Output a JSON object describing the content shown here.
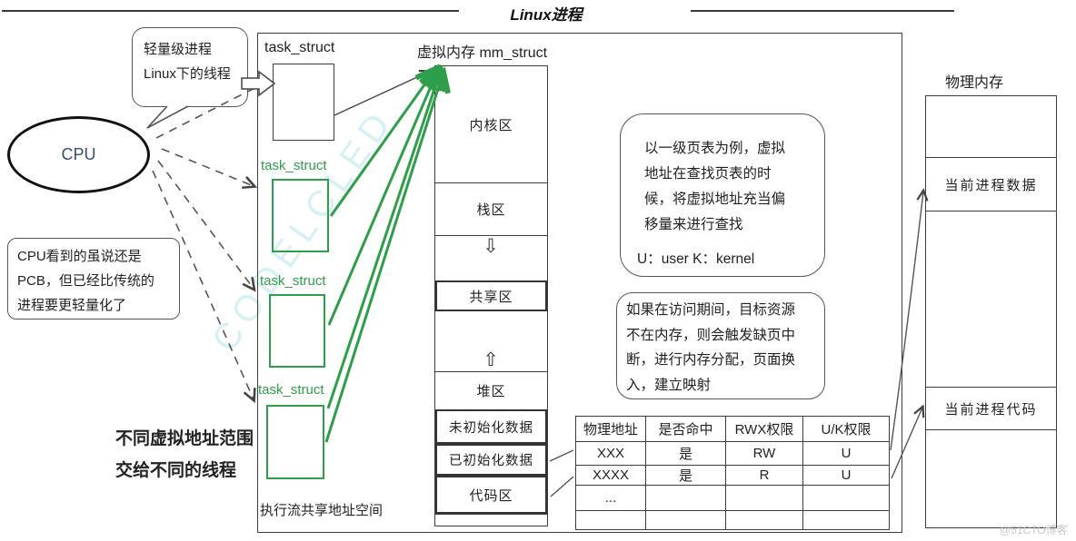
{
  "title": "Linux进程",
  "watermark": {
    "diagonal": "CODELCLED",
    "bottom_right": "@51CTO博客"
  },
  "colors": {
    "green": "#2f9e4a",
    "purple": "#a83aad",
    "line": "#444444"
  },
  "cpu": {
    "label": "CPU"
  },
  "bubbles": {
    "lightweight": {
      "line1": "轻量级进程",
      "line2": "Linux下的线程"
    },
    "pcb": {
      "line1": "CPU看到的虽说还是",
      "line2": "PCB，但已经比传统的",
      "line3": "进程要更轻量化了"
    },
    "pagetable": {
      "line1": "以一级页表为例，虚拟",
      "line2": "地址在查找页表的时",
      "line3": "候，将虚拟地址充当偏",
      "line4": "移量来进行查找",
      "footer": "U：user  K：kernel"
    },
    "pagefault": {
      "line1": "如果在访问期间，目标资源",
      "line2": "不在内存，则会触发缺页中",
      "line3": "断，进行内存分配，页面换",
      "line4": "入，建立映射"
    }
  },
  "purple_note": {
    "line1": "不同虚拟地址范围",
    "line2": "交给不同的线程"
  },
  "process_box": {
    "task_struct_black": "task_struct",
    "task_struct_green_1": "task_struct",
    "task_struct_green_2": "task_struct",
    "task_struct_green_3": "task_struct",
    "footer": "执行流共享地址空间"
  },
  "memory_map": {
    "title": "虚拟内存 mm_struct",
    "regions": [
      "内核区",
      "栈区",
      "共享区",
      "堆区",
      "未初始化数据",
      "已初始化数据",
      "代码区"
    ],
    "down_arrow": "⇩",
    "up_arrow": "⇧"
  },
  "page_table": {
    "headers": [
      "物理地址",
      "是否命中",
      "RWX权限",
      "U/K权限"
    ],
    "rows": [
      [
        "XXX",
        "是",
        "RW",
        "U"
      ],
      [
        "XXXX",
        "是",
        "R",
        "U"
      ],
      [
        "...",
        "",
        "",
        ""
      ],
      [
        "",
        "",
        "",
        ""
      ]
    ]
  },
  "physical_memory": {
    "title": "物理内存",
    "segment_data": "当前进程数据",
    "segment_code": "当前进程代码"
  }
}
